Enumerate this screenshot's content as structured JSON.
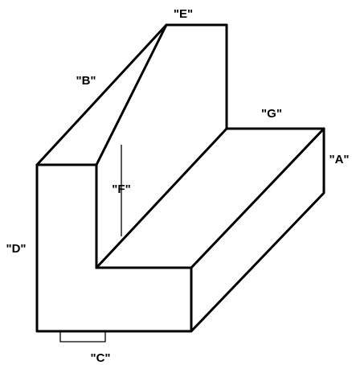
{
  "labels": {
    "a": "\"A\"",
    "b": "\"B\"",
    "c": "\"C\"",
    "d": "\"D\"",
    "e": "\"E\"",
    "f": "\"F\"",
    "g": "\"G\""
  },
  "colors": {
    "stroke": "#000000",
    "background": "#ffffff"
  }
}
